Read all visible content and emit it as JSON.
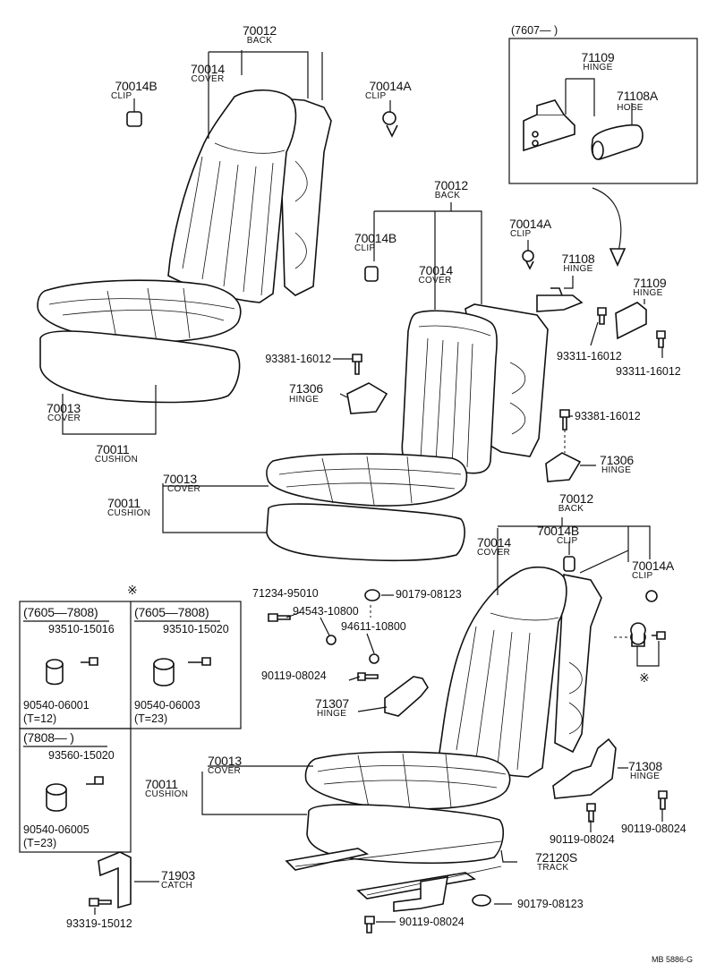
{
  "diagram": {
    "callouts": {
      "back_top": {
        "number": "70012",
        "name": "BACK"
      },
      "clip_b_top": {
        "number": "70014B",
        "name": "CLIP"
      },
      "cover_top": {
        "number": "70014",
        "name": "COVER"
      },
      "clip_a_top": {
        "number": "70014A",
        "name": "CLIP"
      },
      "cushion_cover_top": {
        "number": "70013",
        "name": "COVER"
      },
      "cushion_top": {
        "number": "70011",
        "name": "CUSHION"
      },
      "back_mid": {
        "number": "70012",
        "name": "BACK"
      },
      "clip_b_mid": {
        "number": "70014B",
        "name": "CLIP"
      },
      "cover_mid": {
        "number": "70014",
        "name": "COVER"
      },
      "clip_a_mid": {
        "number": "70014A",
        "name": "CLIP"
      },
      "hinge_71108": {
        "number": "71108",
        "name": "HINGE"
      },
      "hinge_71109_right": {
        "number": "71109",
        "name": "HINGE"
      },
      "bolt_93311_a": {
        "number": "93311-16012"
      },
      "bolt_93311_b": {
        "number": "93311-16012"
      },
      "bolt_93381_left": {
        "number": "93381-16012"
      },
      "hinge_71306_left": {
        "number": "71306",
        "name": "HINGE"
      },
      "bolt_93381_right": {
        "number": "93381-16012"
      },
      "hinge_71306_right": {
        "number": "71306",
        "name": "HINGE"
      },
      "cushion_cover_mid": {
        "number": "70013",
        "name": "COVER"
      },
      "cushion_mid": {
        "number": "70011",
        "name": "CUSHION"
      },
      "back_low": {
        "number": "70012",
        "name": "BACK"
      },
      "clip_b_low": {
        "number": "70014B",
        "name": "CLIP"
      },
      "cover_low": {
        "number": "70014",
        "name": "COVER"
      },
      "clip_a_low": {
        "number": "70014A",
        "name": "CLIP"
      },
      "part_71234": {
        "number": "71234-95010"
      },
      "part_94543": {
        "number": "94543-10800"
      },
      "part_90179_mid": {
        "number": "90179-08123"
      },
      "part_94611": {
        "number": "94611-10800"
      },
      "part_90119_left": {
        "number": "90119-08024"
      },
      "hinge_71307": {
        "number": "71307",
        "name": "HINGE"
      },
      "hinge_71308": {
        "number": "71308",
        "name": "HINGE"
      },
      "part_90119_c": {
        "number": "90119-08024"
      },
      "part_90119_d": {
        "number": "90119-08024"
      },
      "cushion_cover_low": {
        "number": "70013",
        "name": "COVER"
      },
      "cushion_low": {
        "number": "70011",
        "name": "CUSHION"
      },
      "track": {
        "number": "72120S",
        "name": "TRACK"
      },
      "part_90179_low": {
        "number": "90179-08123"
      },
      "part_90119_bottom": {
        "number": "90119-08024"
      },
      "catch": {
        "number": "71903",
        "name": "CATCH"
      },
      "bolt_93319": {
        "number": "93319-15012"
      }
    },
    "inset_top_right": {
      "period": "(7607—      )",
      "hinge": {
        "number": "71109",
        "name": "HINGE"
      },
      "hose": {
        "number": "71108A",
        "name": "HOSE"
      }
    },
    "inset_bottom_left": {
      "mark": "※",
      "mark_right": "※",
      "panel_a": {
        "period": "(7605—7808)",
        "screw": "93510-15016",
        "stopper": "90540-06001",
        "thickness": "(T=12)"
      },
      "panel_b": {
        "period": "(7605—7808)",
        "screw": "93510-15020",
        "stopper": "90540-06003",
        "thickness": "(T=23)"
      },
      "panel_c": {
        "period": "(7808—      )",
        "screw": "93560-15020",
        "stopper": "90540-06005",
        "thickness": "(T=23)"
      }
    },
    "footer_code": "MB  5886-G"
  }
}
